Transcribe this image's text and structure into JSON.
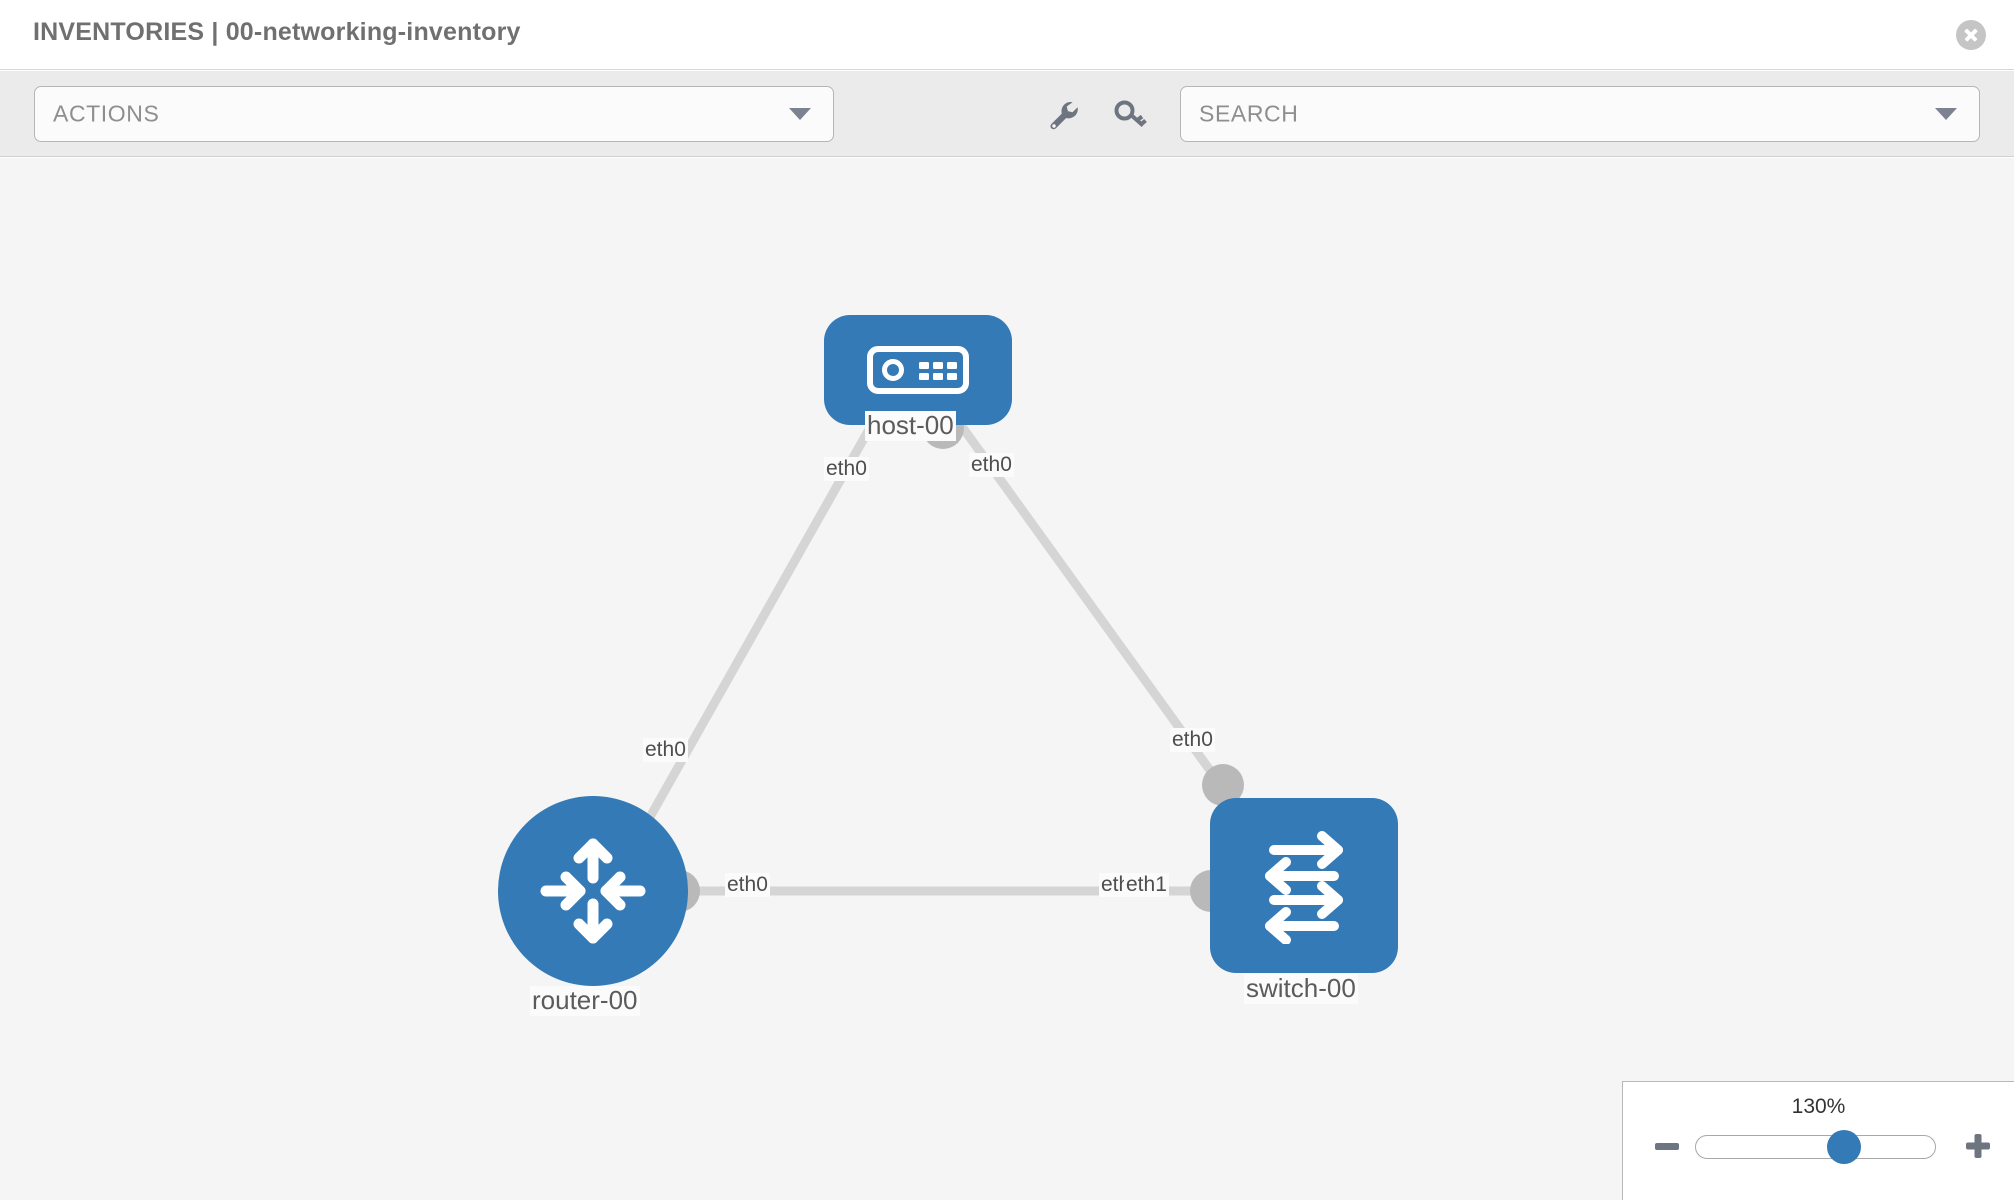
{
  "header": {
    "title": "INVENTORIES | 00-networking-inventory",
    "close_icon": "close-circle-icon"
  },
  "toolbar": {
    "actions_label": "ACTIONS",
    "actions_caret": "chevron-down-icon",
    "wrench_icon": "wrench-icon",
    "key_icon": "key-icon",
    "search_placeholder": "SEARCH",
    "search_caret": "chevron-down-icon"
  },
  "topology": {
    "nodes": [
      {
        "id": "host",
        "label": "host-00",
        "icon": "server-icon",
        "shape": "rounded-rect"
      },
      {
        "id": "router",
        "label": "router-00",
        "icon": "router-arrows-icon",
        "shape": "circle"
      },
      {
        "id": "switch",
        "label": "switch-00",
        "icon": "switch-arrows-icon",
        "shape": "rounded-square"
      }
    ],
    "edge_labels": {
      "host_left": "eth0",
      "host_right": "eth0",
      "router_up": "eth0",
      "switch_up": "eth0",
      "router_right": "eth0",
      "switch_left_under": "eth0",
      "switch_left": "eth1"
    },
    "colors": {
      "node_blue": "#337ab7",
      "port_grey": "#b9b9b9",
      "link_grey": "#d5d5d5",
      "canvas_bg": "#f5f5f5"
    }
  },
  "zoom_control": {
    "value_label": "130%",
    "minus_label": "minus-icon",
    "plus_label": "plus-icon",
    "slider_percent": 130
  }
}
